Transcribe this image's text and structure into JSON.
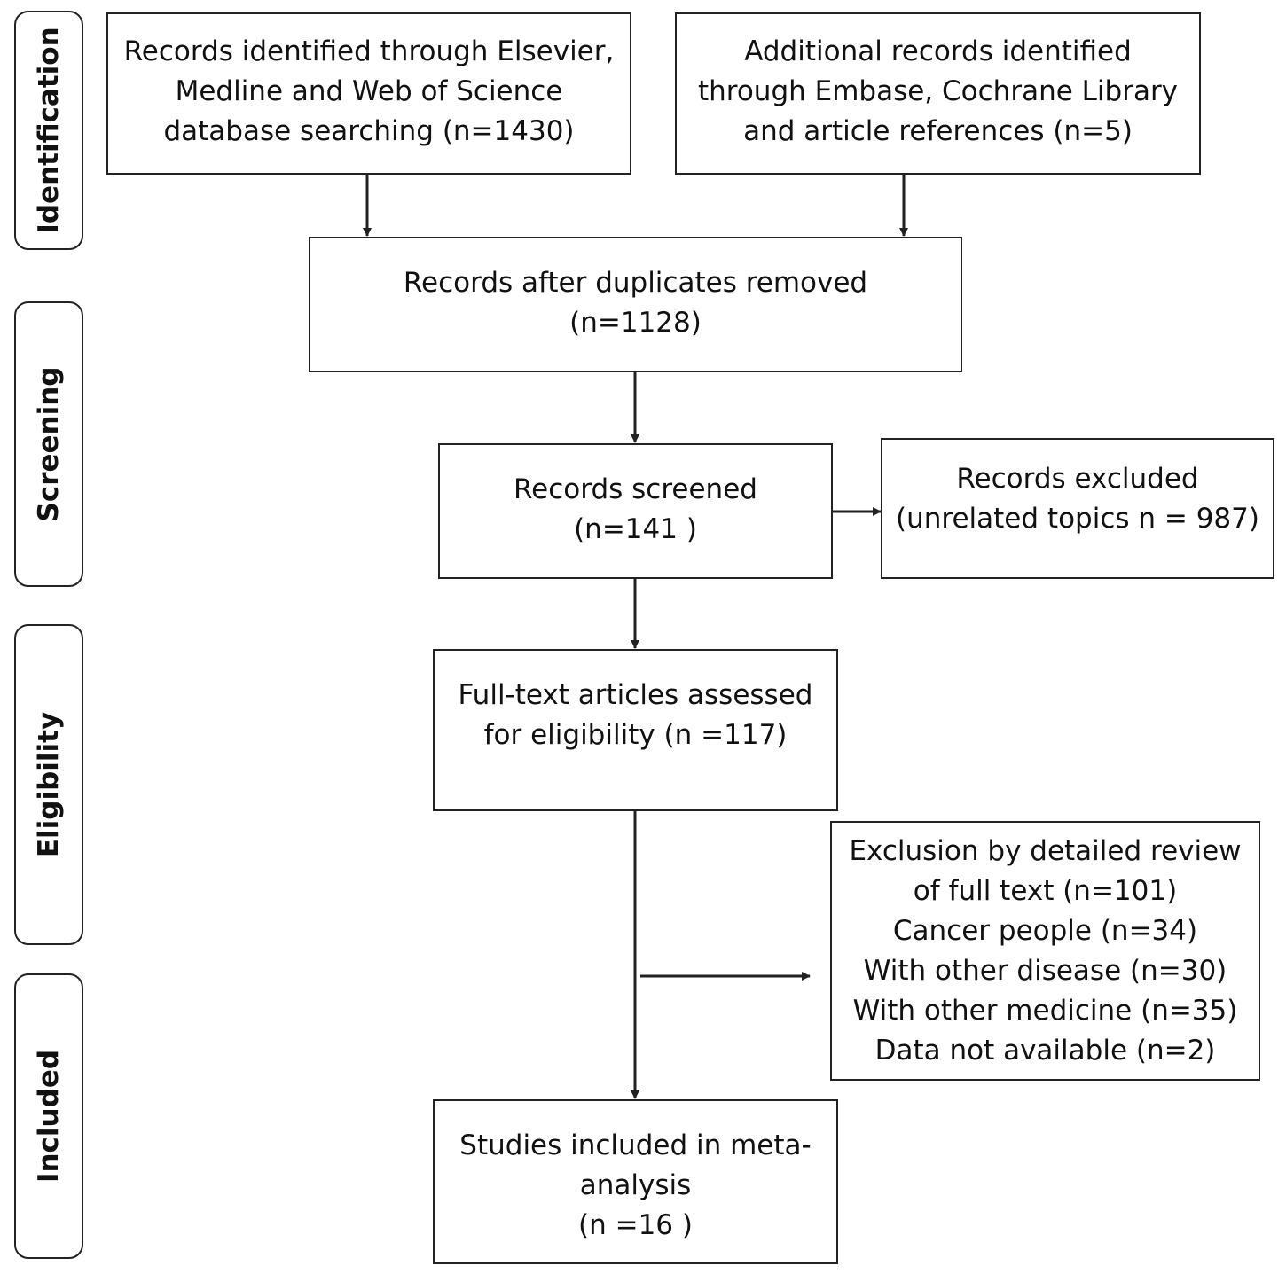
{
  "stages": [
    "Identification",
    "Screening",
    "Eligibility",
    "Included"
  ],
  "boxes": {
    "identified_db": [
      "Records identified through Elsevier,",
      "Medline and Web of Science",
      "database searching (n=1430)"
    ],
    "identified_other": [
      "Additional records identified",
      "through Embase, Cochrane Library",
      "and article references (n=5)"
    ],
    "deduplicated": [
      "Records after duplicates removed",
      "(n=1128)"
    ],
    "screened": [
      "Records screened",
      "(n=141 )"
    ],
    "excluded": [
      "Records excluded",
      "(unrelated topics n = 987)"
    ],
    "fulltext": [
      "Full-text articles assessed",
      "for eligibility (n =117)"
    ],
    "fulltext_excluded": [
      "Exclusion by detailed review",
      "of  full text (n=101)",
      "Cancer people (n=34)",
      "With other disease (n=30)",
      "With other medicine (n=35)",
      "Data not available (n=2)"
    ],
    "included": [
      "Studies included in meta-",
      "analysis",
      "(n =16 )"
    ]
  },
  "colors": {
    "line": "#222222",
    "text": "#111111",
    "background": "#ffffff"
  }
}
